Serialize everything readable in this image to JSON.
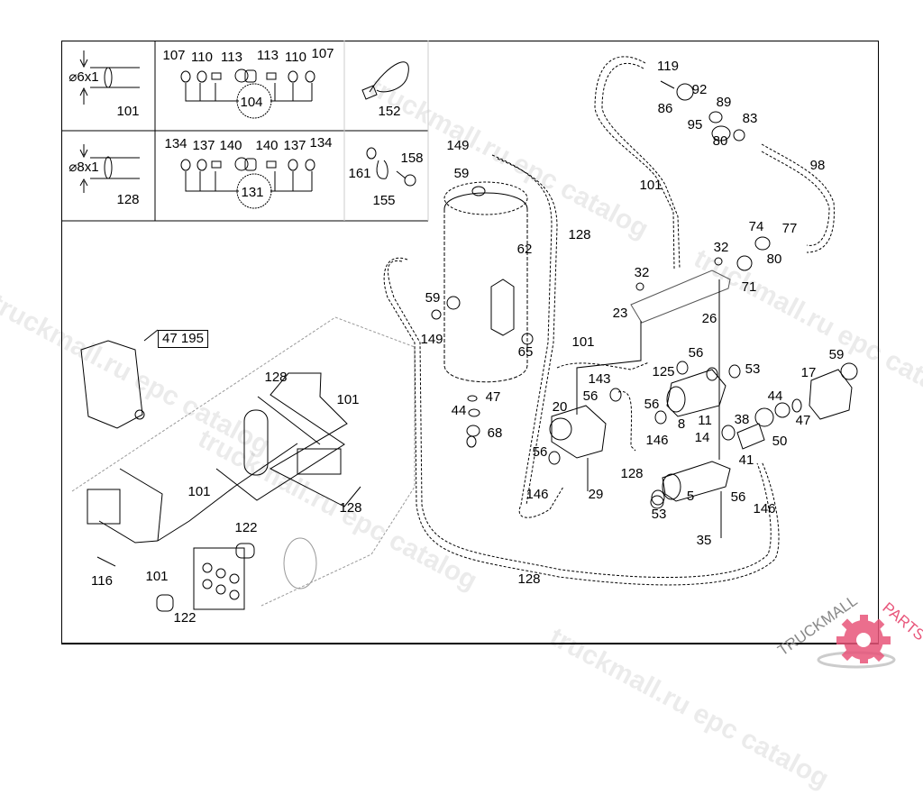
{
  "diagram": {
    "kind": "exploded parts diagram",
    "legend_table": {
      "rows": [
        {
          "tube_dimension": "6x1",
          "tube_part": "101",
          "fitting_set_part": "104",
          "fitting_labels": [
            "107",
            "110",
            "113",
            "113",
            "110",
            "107"
          ],
          "extra_part": "152"
        },
        {
          "tube_dimension": "8x1",
          "tube_part": "128",
          "fitting_set_part": "131",
          "fitting_labels": [
            "134",
            "137",
            "140",
            "140",
            "137",
            "134"
          ],
          "extra_parts": [
            "161",
            "158",
            "155"
          ]
        }
      ],
      "diameter_symbol": "⌀"
    },
    "reference_box": "47 195",
    "callouts": [
      {
        "id": "c119",
        "text": "119"
      },
      {
        "id": "c92",
        "text": "92"
      },
      {
        "id": "c86",
        "text": "86"
      },
      {
        "id": "c89",
        "text": "89"
      },
      {
        "id": "c95",
        "text": "95"
      },
      {
        "id": "c83",
        "text": "83"
      },
      {
        "id": "c80a",
        "text": "80"
      },
      {
        "id": "c98",
        "text": "98"
      },
      {
        "id": "c149a",
        "text": "149"
      },
      {
        "id": "c59a",
        "text": "59"
      },
      {
        "id": "c101a",
        "text": "101"
      },
      {
        "id": "c128a",
        "text": "128"
      },
      {
        "id": "c62",
        "text": "62"
      },
      {
        "id": "c74",
        "text": "74"
      },
      {
        "id": "c77",
        "text": "77"
      },
      {
        "id": "c80b",
        "text": "80"
      },
      {
        "id": "c71",
        "text": "71"
      },
      {
        "id": "c32a",
        "text": "32"
      },
      {
        "id": "c32b",
        "text": "32"
      },
      {
        "id": "c23",
        "text": "23"
      },
      {
        "id": "c26",
        "text": "26"
      },
      {
        "id": "c59b",
        "text": "59"
      },
      {
        "id": "c149b",
        "text": "149"
      },
      {
        "id": "c65",
        "text": "65"
      },
      {
        "id": "c101b",
        "text": "101"
      },
      {
        "id": "c56a",
        "text": "56"
      },
      {
        "id": "c125",
        "text": "125"
      },
      {
        "id": "c53a",
        "text": "53"
      },
      {
        "id": "c59c",
        "text": "59"
      },
      {
        "id": "c17",
        "text": "17"
      },
      {
        "id": "c143",
        "text": "143"
      },
      {
        "id": "c56b",
        "text": "56"
      },
      {
        "id": "c20",
        "text": "20"
      },
      {
        "id": "c47a",
        "text": "47"
      },
      {
        "id": "c44a",
        "text": "44"
      },
      {
        "id": "c68",
        "text": "68"
      },
      {
        "id": "c56c",
        "text": "56"
      },
      {
        "id": "c8",
        "text": "8"
      },
      {
        "id": "c146a",
        "text": "146"
      },
      {
        "id": "c11",
        "text": "11"
      },
      {
        "id": "c14",
        "text": "14"
      },
      {
        "id": "c38",
        "text": "38"
      },
      {
        "id": "c44b",
        "text": "44"
      },
      {
        "id": "c47b",
        "text": "47"
      },
      {
        "id": "c50",
        "text": "50"
      },
      {
        "id": "c41",
        "text": "41"
      },
      {
        "id": "c56d",
        "text": "56"
      },
      {
        "id": "c128b",
        "text": "128"
      },
      {
        "id": "c146b",
        "text": "146"
      },
      {
        "id": "c29",
        "text": "29"
      },
      {
        "id": "c5",
        "text": "5"
      },
      {
        "id": "c56e",
        "text": "56"
      },
      {
        "id": "c146c",
        "text": "146"
      },
      {
        "id": "c53b",
        "text": "53"
      },
      {
        "id": "c35",
        "text": "35"
      },
      {
        "id": "c128c",
        "text": "128"
      },
      {
        "id": "c128d",
        "text": "128"
      },
      {
        "id": "c101c",
        "text": "101"
      },
      {
        "id": "c101d",
        "text": "101"
      },
      {
        "id": "c128e",
        "text": "128"
      },
      {
        "id": "c122a",
        "text": "122"
      },
      {
        "id": "c116",
        "text": "116"
      },
      {
        "id": "c101e",
        "text": "101"
      },
      {
        "id": "c122b",
        "text": "122"
      }
    ]
  },
  "watermark": {
    "text": "truckmall.ru epc catalog"
  },
  "brand": {
    "text_dark": "TRUCKMALL",
    "text_accent": "PARTS",
    "accent_color": "#e8557a"
  }
}
